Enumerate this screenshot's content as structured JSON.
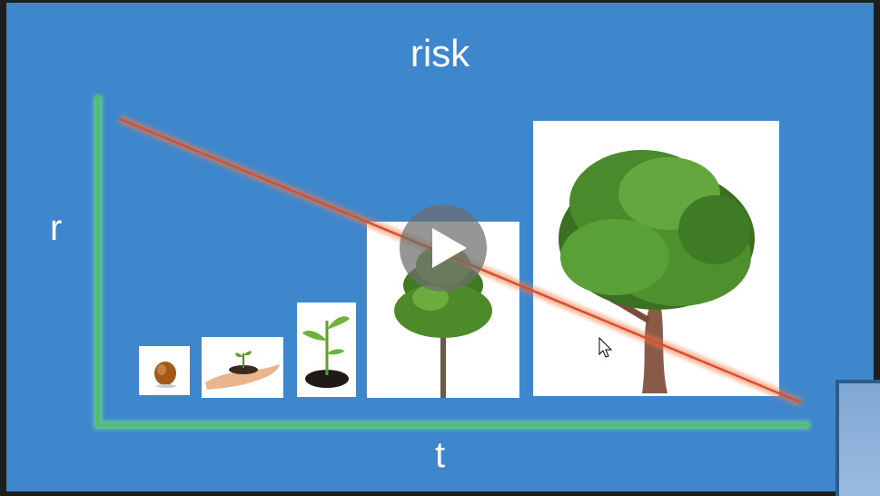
{
  "slide": {
    "title": "risk",
    "y_axis_label": "r",
    "x_axis_label": "t"
  },
  "stages": [
    {
      "name": "seed"
    },
    {
      "name": "seedling-in-hand"
    },
    {
      "name": "sprout-in-soil"
    },
    {
      "name": "young-tree"
    },
    {
      "name": "mature-tree"
    }
  ],
  "icons": {
    "play": "play-icon",
    "cursor": "mouse-cursor-icon"
  },
  "colors": {
    "background": "#3f87cc",
    "axis": "#4fbf6b",
    "trend_line": "#e0603a",
    "text": "#ffffff"
  }
}
